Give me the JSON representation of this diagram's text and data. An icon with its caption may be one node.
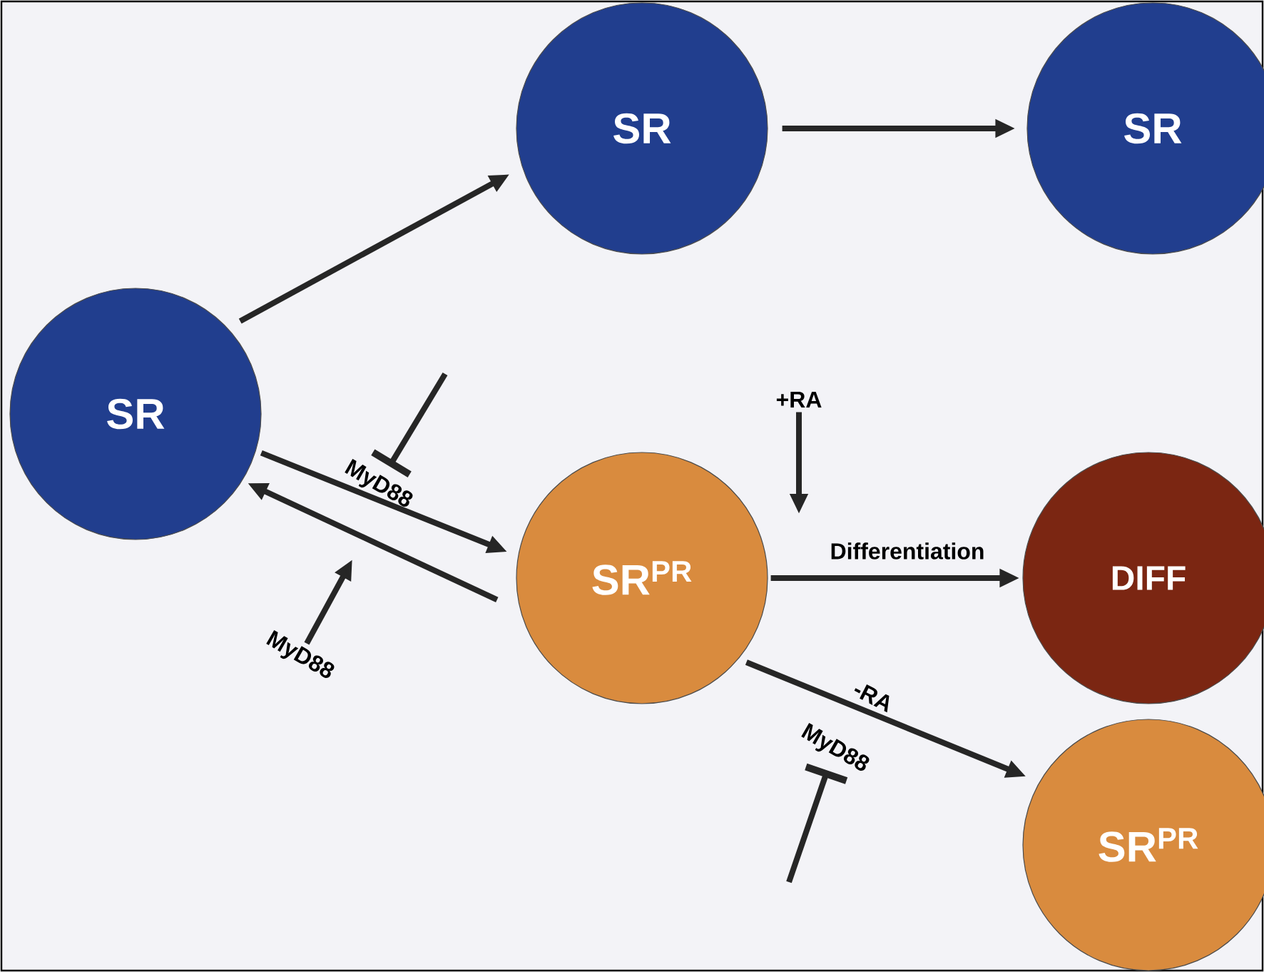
{
  "diagram": {
    "nodes": [
      {
        "text": [
          "SR"
        ]
      },
      {
        "text": [
          "SR"
        ]
      },
      {
        "text": [
          "SR"
        ]
      },
      {
        "text": [
          "SR$^{PR}$"
        ]
      },
      {
        "text": [
          "DIFF"
        ]
      },
      {
        "text": [
          "SR$^{PR}$"
        ]
      },
      {
        "text": [
          "MyD88"
        ]
      },
      {
        "text": [
          "MyD88"
        ]
      },
      {
        "text": [
          "+RA"
        ]
      },
      {
        "text": [
          "MyD88"
        ]
      }
    ],
    "edges": [
      {
        "from": 0,
        "to": 1,
        "arrow": "to"
      },
      {
        "from": 1,
        "to": 2,
        "arrow": "to"
      },
      {
        "from": 0,
        "to": 3,
        "arrow": "to"
      },
      {
        "from": 3,
        "to": 0,
        "arrow": "to"
      },
      {
        "from": 3,
        "to": 4,
        "arrow": "to",
        "label": "Differentiation"
      },
      {
        "from": 3,
        "to": 5,
        "arrow": "to",
        "label": "-RA"
      },
      {
        "from": null,
        "to": 6,
        "arrow": "other"
      },
      {
        "from": 7,
        "to": null,
        "arrow": "to"
      },
      {
        "from": 8,
        "to": null,
        "arrow": "to"
      },
      {
        "from": null,
        "to": 9,
        "arrow": "other"
      }
    ]
  }
}
